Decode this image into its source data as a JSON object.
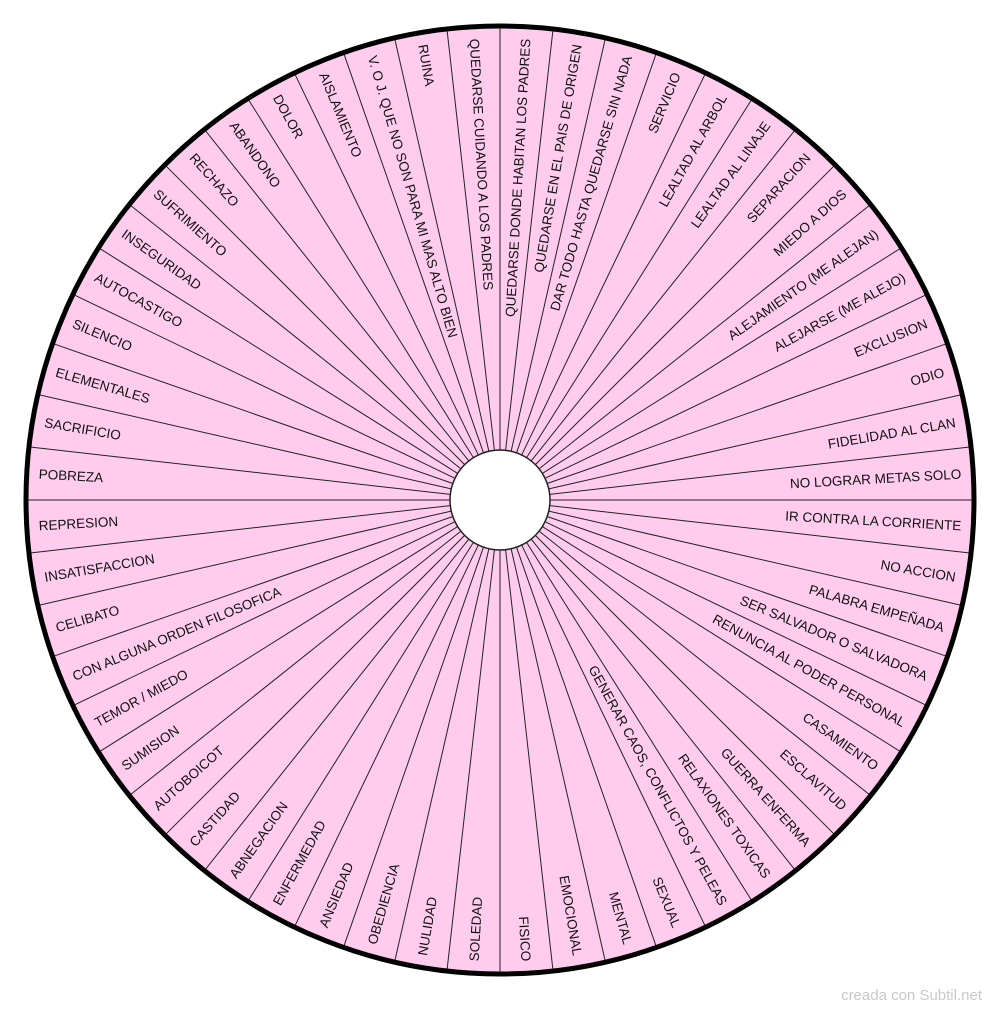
{
  "colors": {
    "sector_fill": "#ffccee",
    "line": "#222222",
    "rim": "#000000",
    "hub": "#ffffff",
    "footer_text": "#c8c8c8"
  },
  "wheel": {
    "segments": [
      "QUEDARSE DONDE HABITAN LOS PADRES",
      "QUEDARSE EN EL PAIS DE ORIGEN",
      "DAR TODO HASTA QUEDARSE SIN NADA",
      "SERVICIO",
      "LEALTAD AL ARBOL",
      "LEALTAD AL LINAJE",
      "SEPARACION",
      "MIEDO A DIOS",
      "ALEJAMIENTO (ME ALEJAN)",
      "ALEJARSE (ME ALEJO)",
      "EXCLUSION",
      "ODIO",
      "FIDELIDAD AL CLAN",
      "NO LOGRAR METAS SOLO",
      "IR CONTRA LA CORRIENTE",
      "NO ACCION",
      "PALABRA EMPEÑADA",
      "SER SALVADOR O SALVADORA",
      "RENUNCIA AL PODER PERSONAL",
      "CASAMIENTO",
      "ESCLAVITUD",
      "GUERRA ENFERMA",
      "RELAXIONES TOXICAS",
      "GENERAR CAOS, CONFLICTOS Y PELEAS",
      "SEXUAL",
      "MENTAL",
      "EMOCIONAL",
      "FISICO",
      "SOLEDAD",
      "NULIDAD",
      "OBEDIENCIA",
      "ANSIEDAD",
      "ENFERMEDAD",
      "ABNEGACION",
      "CASTIDAD",
      "AUTOBOICOT",
      "SUMISION",
      "TEMOR / MIEDO",
      "CON ALGUNA ORDEN FILOSOFICA",
      "CELIBATO",
      "INSATISFACCION",
      "REPRESION",
      "POBREZA",
      "SACRIFICIO",
      "ELEMENTALES",
      "SILENCIO",
      "AUTOCASTIGO",
      "INSEGURIDAD",
      "SUFRIMIENTO",
      "RECHAZO",
      "ABANDONO",
      "DOLOR",
      "AISLAMIENTO",
      "V. O J. QUE NO SON PARA MI MAS ALTO BIEN",
      "RUINA",
      "QUEDARSE CUIDANDO A LOS PADRES"
    ]
  },
  "footer": {
    "credit": "creada con Subtil.net"
  }
}
